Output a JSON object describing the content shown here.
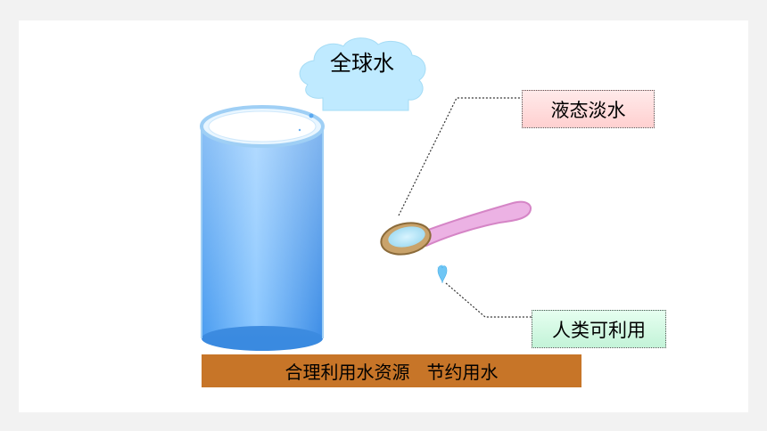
{
  "cloud": {
    "text": "全球水"
  },
  "labels": {
    "liquid_freshwater": "液态淡水",
    "usable_by_humans": "人类可利用"
  },
  "banner": {
    "text": "合理利用水资源   节约用水"
  },
  "colors": {
    "banner_bg": "#c77528",
    "cylinder_water": "#5aa8f0",
    "cloud": "#b8e8ff",
    "spoon": "#e79fd8",
    "drop": "#7fd0ff"
  }
}
